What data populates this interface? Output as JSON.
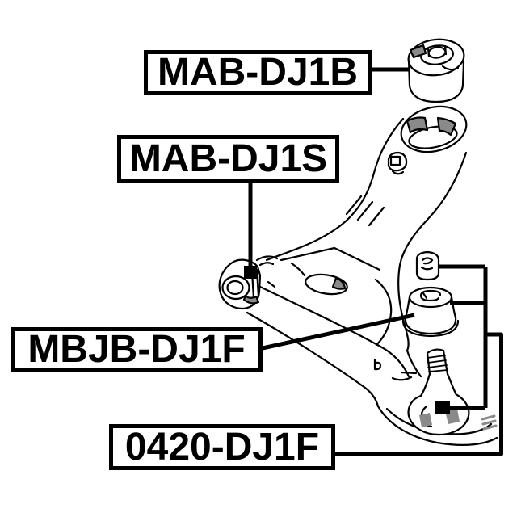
{
  "diagram": {
    "type": "auto-parts-exploded-diagram",
    "subject": "front lower control arm with bushings and ball joint",
    "colors": {
      "line": "#000000",
      "shade": "#8a8a8a",
      "background": "#ffffff"
    },
    "labels": [
      {
        "id": "label-mab-dj1b",
        "text": "MAB-DJ1B",
        "points_to": "rear-arm-bushing"
      },
      {
        "id": "label-mab-dj1s",
        "text": "MAB-DJ1S",
        "points_to": "front-arm-bushing"
      },
      {
        "id": "label-mbjb-dj1f",
        "text": "MBJB-DJ1F",
        "points_to": "ball-joint-boot"
      },
      {
        "id": "label-0420-dj1f",
        "text": "0420-DJ1F",
        "points_to": "ball-joint-assembly"
      }
    ],
    "parts": [
      {
        "name": "rear-arm-bushing"
      },
      {
        "name": "control-arm-body"
      },
      {
        "name": "front-arm-bushing"
      },
      {
        "name": "castle-nut"
      },
      {
        "name": "ball-joint-boot"
      },
      {
        "name": "ball-joint"
      }
    ]
  }
}
